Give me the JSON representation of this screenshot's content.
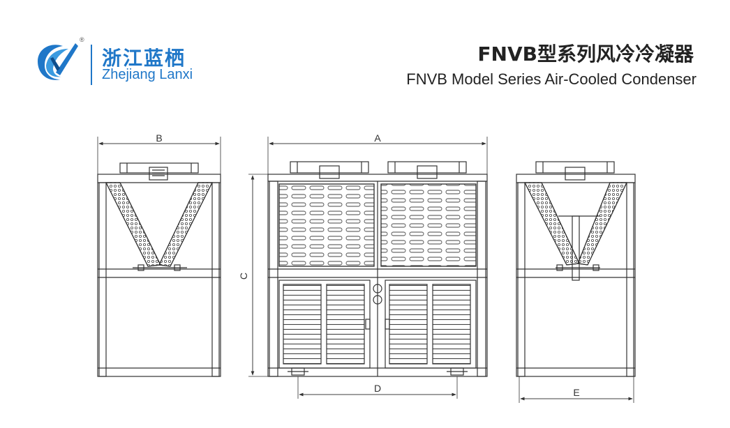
{
  "brand": {
    "name_cn": "浙江蓝栖",
    "name_en": "Zhejiang Lanxi",
    "registered_mark": "®",
    "color": "#1f77c8"
  },
  "title": {
    "cn": "FNVB型系列风冷冷凝器",
    "en": "FNVB Model Series  Air-Cooled Condenser"
  },
  "dimensions": {
    "a": "A",
    "b": "B",
    "c": "C",
    "d": "D",
    "e": "E"
  },
  "line_color": "#333333"
}
